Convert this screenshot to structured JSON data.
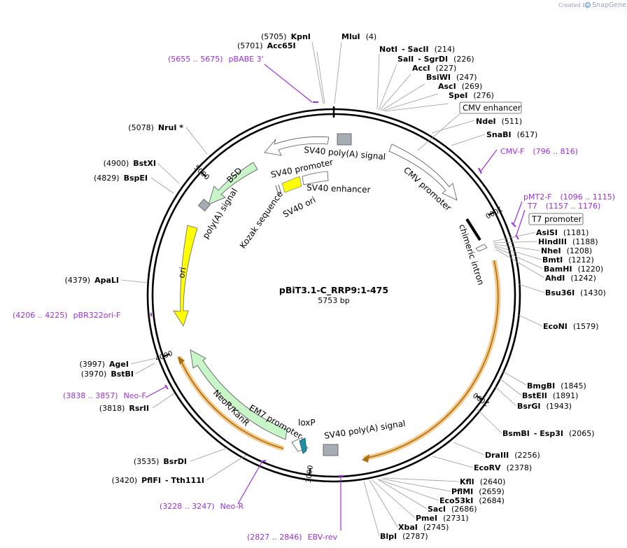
{
  "credit": {
    "created_by": "Created by",
    "brand": "SnapGene"
  },
  "plasmid": {
    "name": "pBiT3.1-C_RRP9:1-475",
    "length_label": "5753 bp",
    "length_bp": 5753
  },
  "tick_marks": [
    {
      "bp": 1000,
      "label": "1000"
    },
    {
      "bp": 2000,
      "label": "2000"
    },
    {
      "bp": 3000,
      "label": "3000"
    },
    {
      "bp": 4000,
      "label": "4000"
    },
    {
      "bp": 5000,
      "label": "5000"
    }
  ],
  "sites": [
    {
      "name": "KpnI",
      "pos": "(5705)",
      "bp": 5705
    },
    {
      "name": "Acc65I",
      "pos": "(5701)",
      "bp": 5701
    },
    {
      "name": "MluI",
      "pos": "(4)",
      "bp": 4
    },
    {
      "name": "NotI",
      "pos": "- SacII",
      "pos2": "(214)",
      "bp": 214
    },
    {
      "name": "SalI",
      "pos": "- SgrDI",
      "pos2": "(226)",
      "bp": 226
    },
    {
      "name": "AccI",
      "pos": "(227)",
      "bp": 227
    },
    {
      "name": "BsiWI",
      "pos": "(247)",
      "bp": 247
    },
    {
      "name": "AscI",
      "pos": "(269)",
      "bp": 269
    },
    {
      "name": "SpeI",
      "pos": "(276)",
      "bp": 276
    },
    {
      "name": "NdeI",
      "pos": "(511)",
      "bp": 511
    },
    {
      "name": "SnaBI",
      "pos": "(617)",
      "bp": 617
    },
    {
      "name": "AsiSI",
      "pos": "(1181)",
      "bp": 1181
    },
    {
      "name": "HindIII",
      "pos": "(1188)",
      "bp": 1188
    },
    {
      "name": "NheI",
      "pos": "(1208)",
      "bp": 1208
    },
    {
      "name": "BmtI",
      "pos": "(1212)",
      "bp": 1212
    },
    {
      "name": "BamHI",
      "pos": "(1220)",
      "bp": 1220
    },
    {
      "name": "AhdI",
      "pos": "(1242)",
      "bp": 1242
    },
    {
      "name": "Bsu36I",
      "pos": "(1430)",
      "bp": 1430
    },
    {
      "name": "EcoNI",
      "pos": "(1579)",
      "bp": 1579
    },
    {
      "name": "BmgBI",
      "pos": "(1845)",
      "bp": 1845
    },
    {
      "name": "BstEII",
      "pos": "(1891)",
      "bp": 1891
    },
    {
      "name": "BsrGI",
      "pos": "(1943)",
      "bp": 1943
    },
    {
      "name": "BsmBI",
      "pos": "- Esp3I",
      "pos2": "(2065)",
      "bp": 2065
    },
    {
      "name": "DraIII",
      "pos": "(2256)",
      "bp": 2256
    },
    {
      "name": "EcoRV",
      "pos": "(2378)",
      "bp": 2378
    },
    {
      "name": "KflI",
      "pos": "(2640)",
      "bp": 2640
    },
    {
      "name": "PflMI",
      "pos": "(2659)",
      "bp": 2659
    },
    {
      "name": "Eco53kI",
      "pos": "(2684)",
      "bp": 2684
    },
    {
      "name": "SacI",
      "pos": "(2686)",
      "bp": 2686
    },
    {
      "name": "PmeI",
      "pos": "(2731)",
      "bp": 2731
    },
    {
      "name": "XbaI",
      "pos": "(2745)",
      "bp": 2745
    },
    {
      "name": "BlpI",
      "pos": "(2787)",
      "bp": 2787
    },
    {
      "name": "PflFI",
      "pos": "- Tth111I",
      "pre": "(3420)",
      "bp": 3420
    },
    {
      "name": "BsrDI",
      "pre": "(3535)",
      "bp": 3535
    },
    {
      "name": "RsrII",
      "pre": "(3818)",
      "bp": 3818
    },
    {
      "name": "BstBI",
      "pre": "(3970)",
      "bp": 3970
    },
    {
      "name": "AgeI",
      "pre": "(3997)",
      "bp": 3997
    },
    {
      "name": "ApaLI",
      "pre": "(4379)",
      "bp": 4379
    },
    {
      "name": "BspEI",
      "pre": "(4829)",
      "bp": 4829
    },
    {
      "name": "BstXI",
      "pre": "(4900)",
      "bp": 4900
    },
    {
      "name": "NruI *",
      "pre": "(5078)",
      "bp": 5078
    }
  ],
  "primers": [
    {
      "name": "pBABE 3'",
      "range": "(5655 .. 5675)",
      "bp": 5665
    },
    {
      "name": "CMV-F",
      "range": "(796 .. 816)",
      "bp": 806
    },
    {
      "name": "pMT2-F",
      "range": "(1096 .. 1115)",
      "bp": 1105
    },
    {
      "name": "T7",
      "range": "(1157 .. 1176)",
      "bp": 1166
    },
    {
      "name": "pBR322ori-F",
      "range": "(4206 .. 4225)",
      "bp": 4215
    },
    {
      "name": "Neo-F",
      "range": "(3838 .. 3857)",
      "bp": 3847
    },
    {
      "name": "Neo-R",
      "range": "(3228 .. 3247)",
      "bp": 3237
    },
    {
      "name": "EBV-rev",
      "range": "(2827 .. 2846)",
      "bp": 2836
    }
  ],
  "boxed_labels": [
    {
      "text": "CMV enhancer"
    },
    {
      "text": "T7 promoter"
    }
  ],
  "features": [
    {
      "name": "SV40 poly(A) signal",
      "kind": "top"
    },
    {
      "name": "CMV promoter",
      "kind": "promoter"
    },
    {
      "name": "chimeric intron",
      "kind": "intron"
    },
    {
      "name": "SV40 promoter",
      "kind": "promoter"
    },
    {
      "name": "SV40 enhancer",
      "kind": "enhancer"
    },
    {
      "name": "SV40 ori",
      "kind": "ori"
    },
    {
      "name": "Kozak sequence",
      "kind": "kozak"
    },
    {
      "name": "BSD",
      "kind": "cds"
    },
    {
      "name": "poly(A) signal",
      "kind": "polya"
    },
    {
      "name": "ori",
      "kind": "ori"
    },
    {
      "name": "NeoR/KanR",
      "kind": "cds"
    },
    {
      "name": "EM7 promoter",
      "kind": "promoter"
    },
    {
      "name": "loxP",
      "kind": "site"
    },
    {
      "name": "SV40 poly(A) signal",
      "kind": "bottom"
    }
  ],
  "colors": {
    "primer": "#9b30d9",
    "orf_highlight": "#f6c98a",
    "orf_line": "#a8700f",
    "cds_fill": "#c8f6c8",
    "ori_fill": "#ffff00",
    "polya_fill": "#a6acb3",
    "loxp_fill": "#1f8fa3",
    "promoter_fill": "#ffffff"
  }
}
